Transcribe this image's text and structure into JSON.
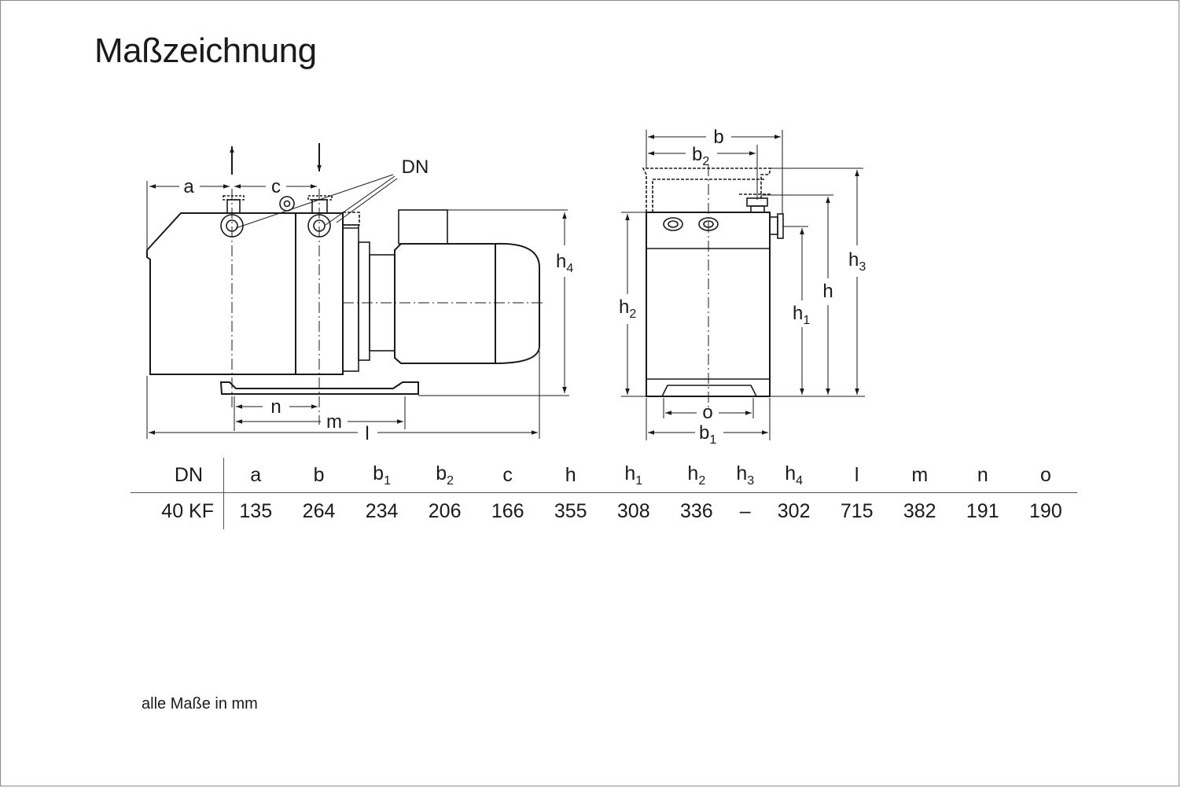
{
  "title": "Maßzeichnung",
  "footnote": "alle Maße in mm",
  "drawing_labels": {
    "a": "a",
    "c": "c",
    "dn": "DN",
    "n": "n",
    "m": "m",
    "l": "l",
    "h4": "h",
    "b": "b",
    "b2": "b",
    "o": "o",
    "b1": "b",
    "h2": "h",
    "h1": "h",
    "h": "h",
    "h3": "h",
    "sub1": "1",
    "sub2": "2",
    "sub3": "3",
    "sub4": "4"
  },
  "table": {
    "headers": [
      {
        "base": "DN",
        "sub": ""
      },
      {
        "base": "a",
        "sub": ""
      },
      {
        "base": "b",
        "sub": ""
      },
      {
        "base": "b",
        "sub": "1"
      },
      {
        "base": "b",
        "sub": "2"
      },
      {
        "base": "c",
        "sub": ""
      },
      {
        "base": "h",
        "sub": ""
      },
      {
        "base": "h",
        "sub": "1"
      },
      {
        "base": "h",
        "sub": "2"
      },
      {
        "base": "h",
        "sub": "3"
      },
      {
        "base": "h",
        "sub": "4"
      },
      {
        "base": "l",
        "sub": ""
      },
      {
        "base": "m",
        "sub": ""
      },
      {
        "base": "n",
        "sub": ""
      },
      {
        "base": "o",
        "sub": ""
      }
    ],
    "row": [
      "40 KF",
      "135",
      "264",
      "234",
      "206",
      "166",
      "355",
      "308",
      "336",
      "–",
      "302",
      "715",
      "382",
      "191",
      "190"
    ]
  }
}
